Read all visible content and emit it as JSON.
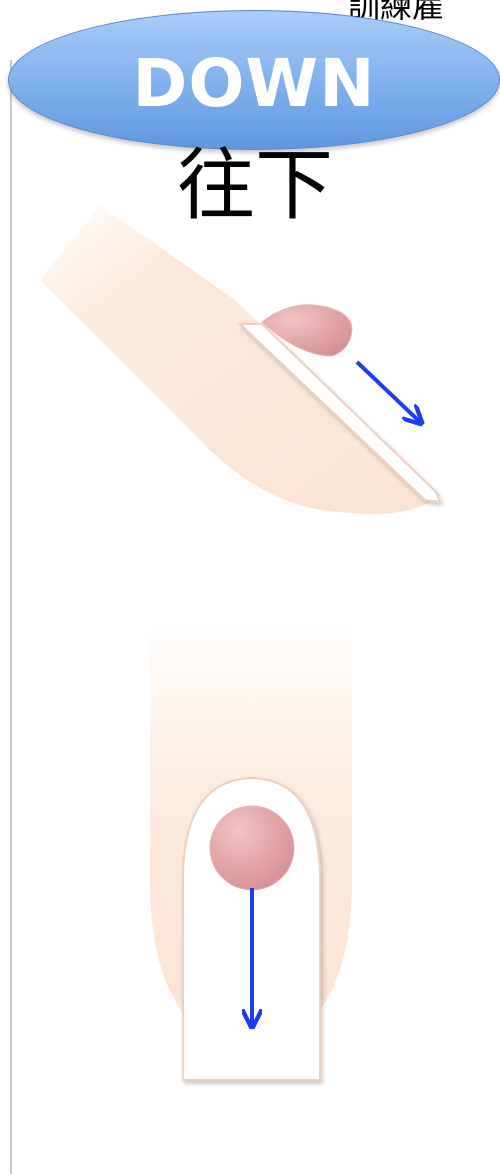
{
  "header": {
    "clipped_text": "訓練雇",
    "title": "DOWN",
    "subtitle": "往下"
  },
  "colors": {
    "pill_top": "#a9cdf8",
    "pill_bottom": "#5f97df",
    "finger_skin": "#fbe3d2",
    "fingertip_pad": "#d9939a",
    "arrow": "#1f3cf0"
  },
  "icons": {
    "side_view": "finger-side-swipe-down-icon",
    "top_view": "finger-top-swipe-down-icon"
  }
}
